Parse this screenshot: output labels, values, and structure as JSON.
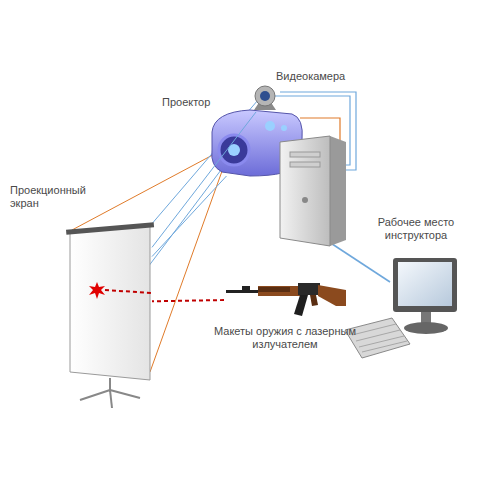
{
  "diagram": {
    "nodes": [
      {
        "text": [
          "Видеокамера"
        ]
      },
      {
        "text": [
          "Проектор"
        ]
      },
      {
        "text": [
          "Проекционный экран"
        ]
      },
      {
        "text": [
          "Рабочее место инструктора"
        ]
      },
      {
        "text": [
          "Макеты оружия с лазерным излучателем"
        ]
      }
    ],
    "edges": [
      {
        "from": 1,
        "to": 2,
        "arrow": "none"
      },
      {
        "from": 0,
        "to": 2,
        "arrow": "none"
      },
      {
        "from": 4,
        "to": 2,
        "arrow": "none"
      }
    ]
  }
}
